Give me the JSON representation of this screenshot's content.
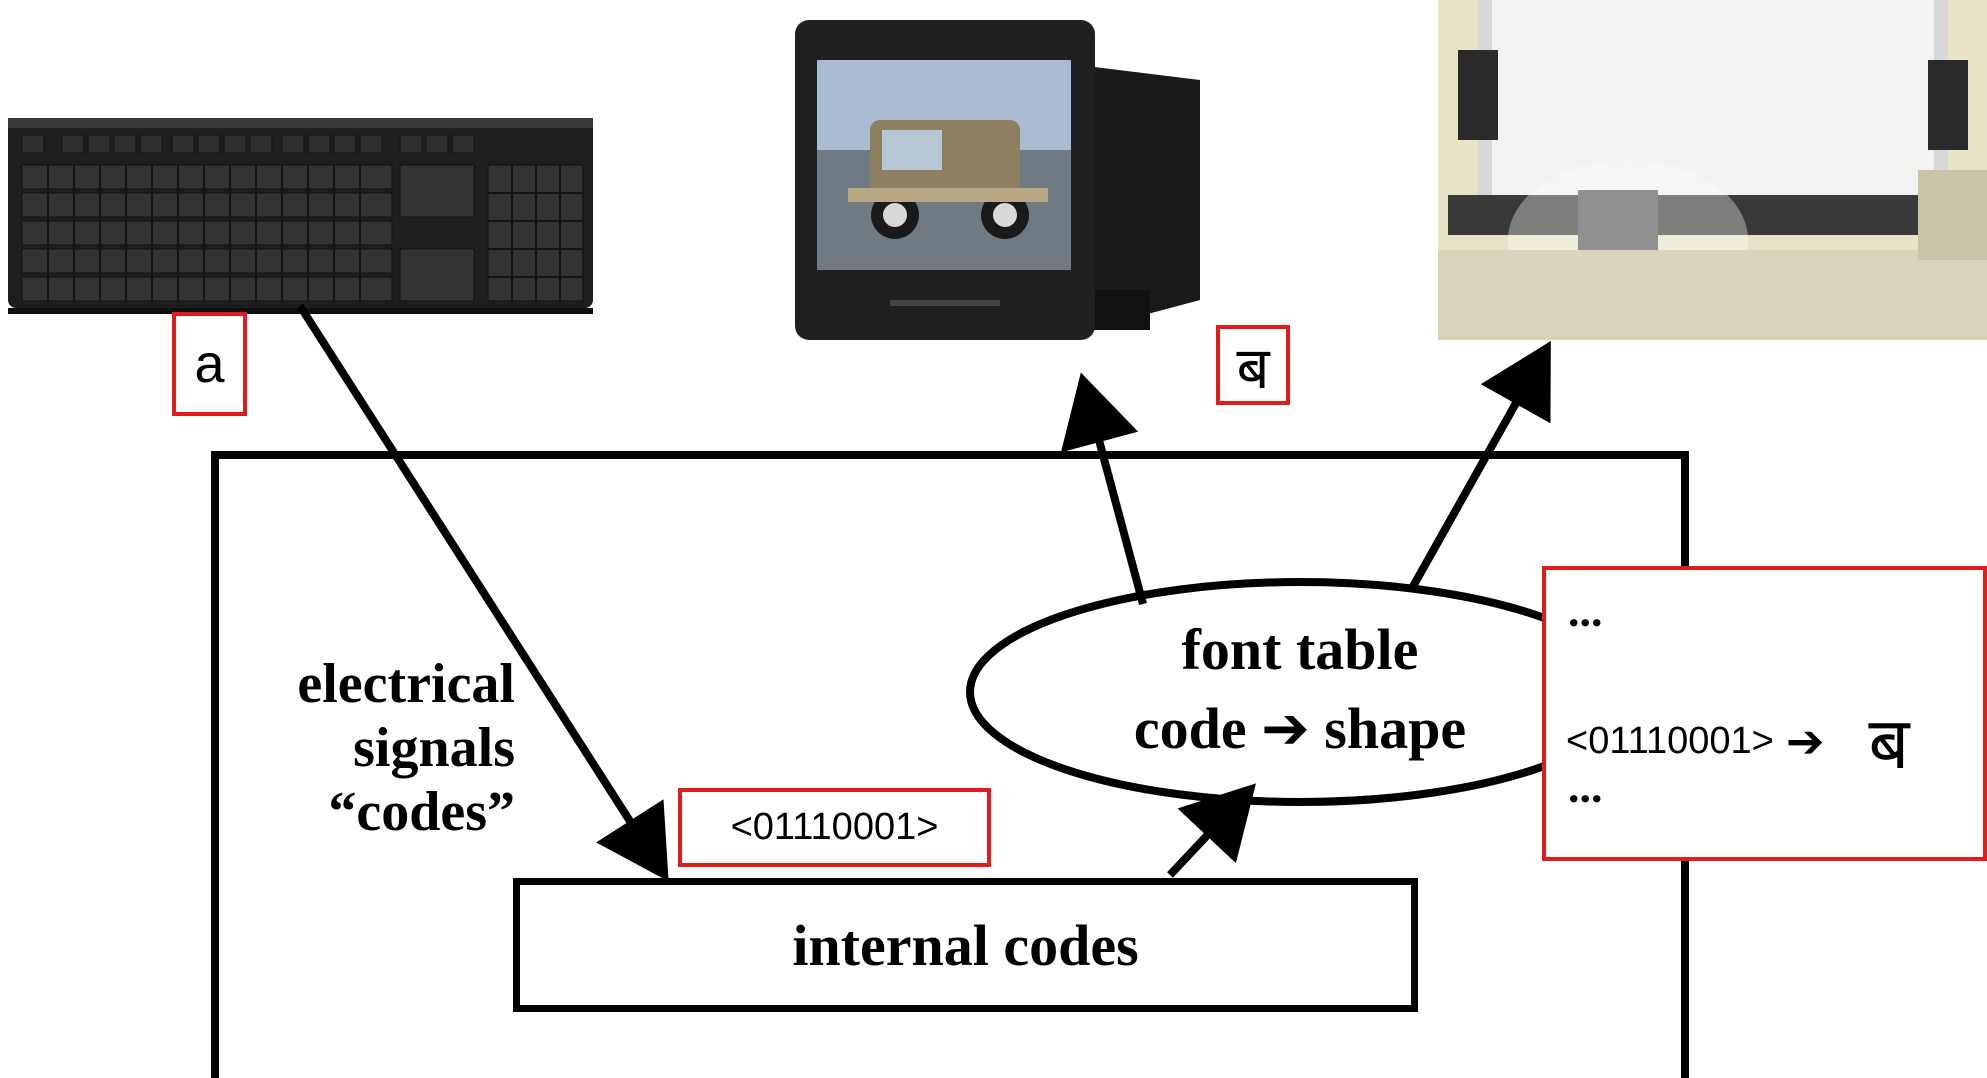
{
  "diagram": {
    "input_char": "a",
    "output_char": "ब",
    "code_badge": "<01110001>",
    "signals_label": [
      "electrical",
      "signals",
      "“codes”"
    ],
    "internal_label": "internal codes",
    "font_table_label": {
      "line1": "font table",
      "line2_left": "code",
      "arrow": "➔",
      "line2_right": "shape"
    },
    "table_panel": {
      "top_ellipsis": "...",
      "row_code": "<01110001>",
      "row_arrow": "➔",
      "row_glyph": "ब",
      "bottom_ellipsis": "..."
    }
  },
  "images": [
    {
      "name": "keyboard",
      "icon": "keyboard-photo"
    },
    {
      "name": "monitor",
      "icon": "crt-monitor-photo"
    },
    {
      "name": "printer",
      "icon": "dot-matrix-printer-photo"
    }
  ],
  "colors": {
    "highlight_border": "#e21b1b",
    "line": "#000000"
  }
}
